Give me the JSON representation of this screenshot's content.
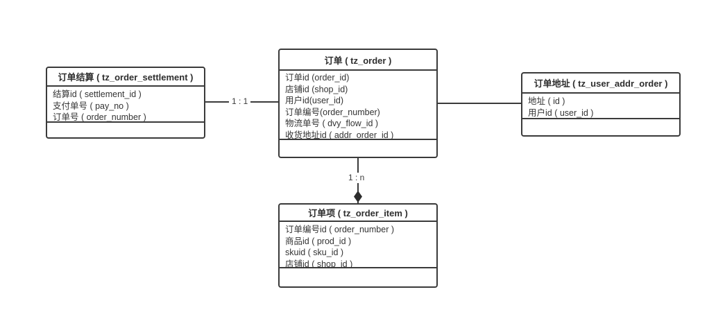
{
  "diagram": {
    "colors": {
      "line": "#3a3a3a",
      "text": "#333333",
      "background": "#ffffff"
    },
    "entities": {
      "settlement": {
        "title": "订单结算 ( tz_order_settlement )",
        "fields": [
          "结算id ( settlement_id )",
          "支付单号 ( pay_no )",
          "订单号 ( order_number )"
        ]
      },
      "order": {
        "title": "订单 ( tz_order )",
        "fields": [
          "订单id (order_id)",
          "店铺id (shop_id)",
          "用户id(user_id)",
          "订单编号(order_number)",
          "物流单号 ( dvy_flow_id )",
          "收货地址id ( addr_order_id )"
        ]
      },
      "user_addr_order": {
        "title": "订单地址 ( tz_user_addr_order )",
        "fields": [
          "地址 ( id )",
          "用户id ( user_id )"
        ]
      },
      "order_item": {
        "title": "订单项 ( tz_order_item )",
        "fields": [
          "订单编号id ( order_number )",
          "商品id ( prod_id )",
          "skuid ( sku_id )",
          "店铺id ( shop_id )"
        ]
      }
    },
    "relationships": {
      "settlement_order": {
        "label": "1 : 1"
      },
      "order_item": {
        "label": "1 : n"
      }
    }
  }
}
